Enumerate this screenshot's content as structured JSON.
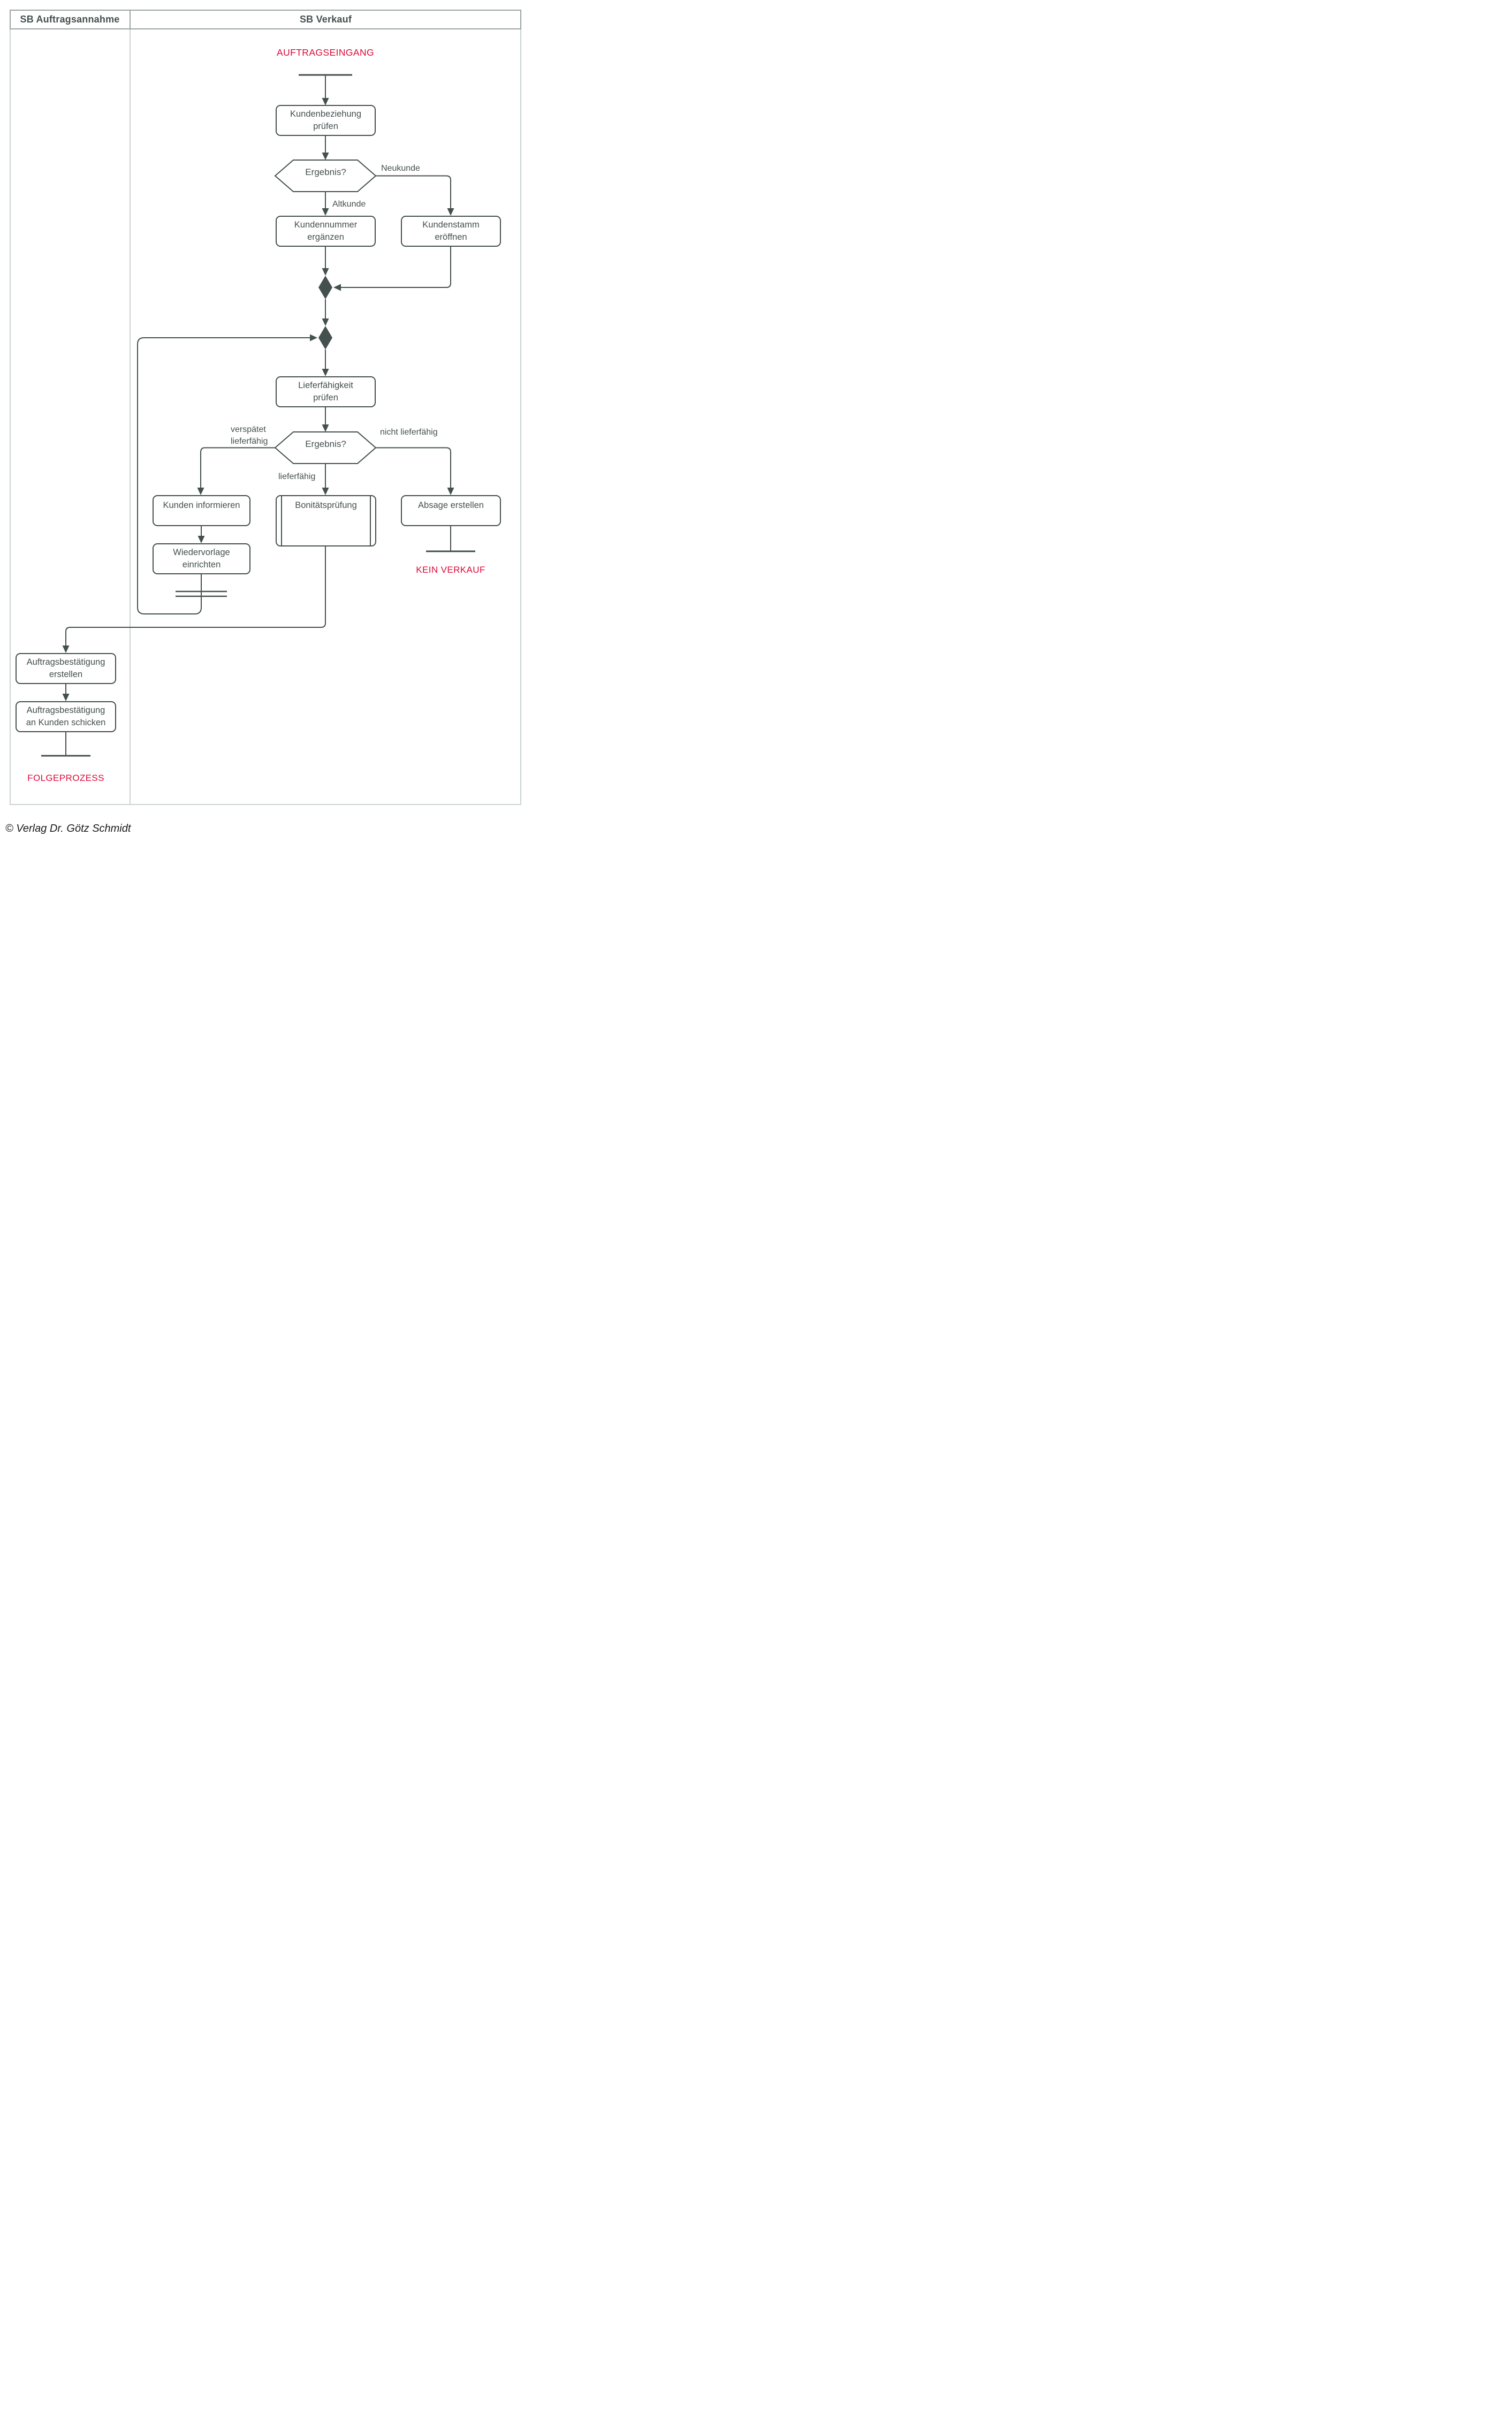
{
  "lanes": {
    "left": "SB Auftragsannahme",
    "right": "SB Verkauf"
  },
  "events": {
    "start": "AUFTRAGSEINGANG",
    "no_sale": "KEIN VERKAUF",
    "followup": "FOLGEPROZESS"
  },
  "nodes": {
    "check_customer_relation": "Kundenbeziehung\nprüfen",
    "decision1": "Ergebnis?",
    "add_customer_number": "Kundennummer\nergänzen",
    "open_customer_master": "Kundenstamm\neröffnen",
    "check_delivery": "Lieferfähigkeit\nprüfen",
    "decision2": "Ergebnis?",
    "inform_customer": "Kunden informieren",
    "set_reminder": "Wiedervorlage\neinrichten",
    "credit_check": "Bonitätsprüfung",
    "create_rejection": "Absage erstellen",
    "create_confirmation": "Auftragsbestätigung\nerstellen",
    "send_confirmation": "Auftragsbestätigung\nan Kunden schicken"
  },
  "edge_labels": {
    "new_customer": "Neukunde",
    "existing_customer": "Altkunde",
    "late_deliverable": "verspätet\nlieferfähig",
    "deliverable": "lieferfähig",
    "not_deliverable": "nicht lieferfähig"
  },
  "footer": {
    "copyright": "© Verlag Dr. Götz Schmidt"
  },
  "colors": {
    "ink": "#44504E",
    "accent-red": "#DE0838",
    "frame": "#CCD2D2",
    "header-border": "#9CA3A3"
  }
}
